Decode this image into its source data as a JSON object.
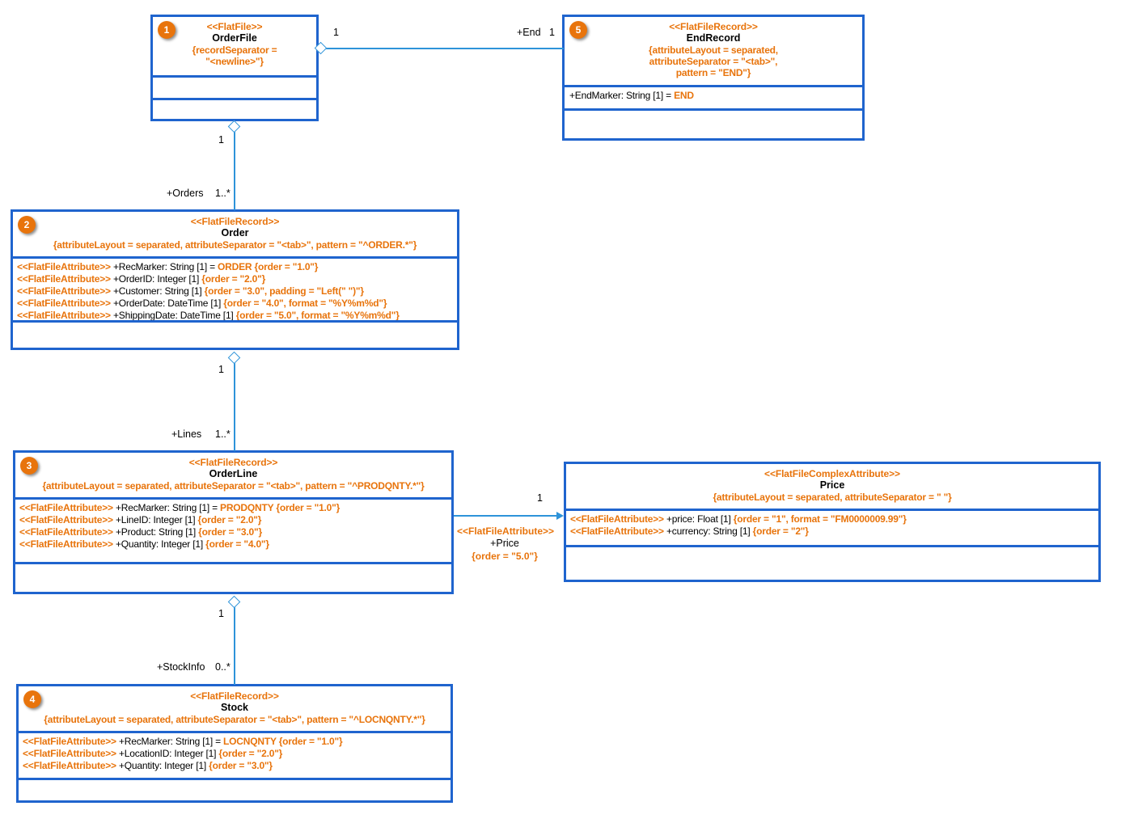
{
  "diagram": {
    "title": "Flat File Schema UML Class Diagram",
    "colors": {
      "class_border": "#1F64CE",
      "connector": "#2E93D9",
      "stereotype_text": "#E8740C",
      "badge_fill": "#E8740C",
      "class_name_text": "#000000",
      "background": "#FFFFFF"
    }
  },
  "classes": {
    "order_file": {
      "badge": "1",
      "stereotype": "<<FlatFile>>",
      "name": "OrderFile",
      "properties_line1": "{recordSeparator =",
      "properties_line2": "\"<newline>\"}",
      "attributes": [],
      "operations": []
    },
    "end_record": {
      "badge": "5",
      "stereotype": "<<FlatFileRecord>>",
      "name": "EndRecord",
      "properties_line1": "{attributeLayout = separated,",
      "properties_line2": "attributeSeparator = \"<tab>\",",
      "properties_line3": "pattern = \"END\"}",
      "attributes": [
        {
          "stereotype": "",
          "signature": "+EndMarker: String [1] = ",
          "value": "END",
          "options": ""
        }
      ],
      "operations": []
    },
    "order": {
      "badge": "2",
      "stereotype": "<<FlatFileRecord>>",
      "name": "Order",
      "properties_line1": "{attributeLayout = separated, attributeSeparator = \"<tab>\", pattern = \"^ORDER.*\"}",
      "attributes": [
        {
          "stereotype": "<<FlatFileAttribute>>",
          "signature": " +RecMarker: String [1] = ",
          "value": "ORDER ",
          "options": "{order = \"1.0\"}"
        },
        {
          "stereotype": "<<FlatFileAttribute>>",
          "signature": " +OrderID: Integer [1] ",
          "value": "",
          "options": "{order = \"2.0\"}"
        },
        {
          "stereotype": "<<FlatFileAttribute>>",
          "signature": " +Customer: String [1] ",
          "value": "",
          "options": "{order = \"3.0\", padding = \"Left(\" \")\"}"
        },
        {
          "stereotype": "<<FlatFileAttribute>>",
          "signature": " +OrderDate: DateTime [1] ",
          "value": "",
          "options": "{order = \"4.0\", format = \"%Y%m%d\"}"
        },
        {
          "stereotype": "<<FlatFileAttribute>>",
          "signature": " +ShippingDate: DateTime [1] ",
          "value": "",
          "options": "{order = \"5.0\", format = \"%Y%m%d\"}"
        }
      ],
      "operations": []
    },
    "order_line": {
      "badge": "3",
      "stereotype": "<<FlatFileRecord>>",
      "name": "OrderLine",
      "properties_line1": "{attributeLayout = separated, attributeSeparator = \"<tab>\", pattern = \"^PRODQNTY.*\"}",
      "attributes": [
        {
          "stereotype": "<<FlatFileAttribute>>",
          "signature": " +RecMarker: String [1] = ",
          "value": "PRODQNTY ",
          "options": "{order = \"1.0\"}"
        },
        {
          "stereotype": "<<FlatFileAttribute>>",
          "signature": " +LineID: Integer [1] ",
          "value": "",
          "options": "{order = \"2.0\"}"
        },
        {
          "stereotype": "<<FlatFileAttribute>>",
          "signature": " +Product: String [1] ",
          "value": "",
          "options": "{order = \"3.0\"}"
        },
        {
          "stereotype": " <<FlatFileAttribute>>",
          "signature": " +Quantity: Integer [1] ",
          "value": "",
          "options": "{order = \"4.0\"}"
        }
      ],
      "operations": []
    },
    "stock": {
      "badge": "4",
      "stereotype": "<<FlatFileRecord>>",
      "name": "Stock",
      "properties_line1": "{attributeLayout = separated, attributeSeparator = \"<tab>\", pattern = \"^LOCNQNTY.*\"}",
      "attributes": [
        {
          "stereotype": "<<FlatFileAttribute>>",
          "signature": " +RecMarker: String [1] = ",
          "value": "LOCNQNTY ",
          "options": "{order = \"1.0\"}"
        },
        {
          "stereotype": "<<FlatFileAttribute>>",
          "signature": " +LocationID: Integer [1] ",
          "value": "",
          "options": "{order = \"2.0\"}"
        },
        {
          "stereotype": "<<FlatFileAttribute>>",
          "signature": " +Quantity: Integer [1] ",
          "value": "",
          "options": "{order = \"3.0\"}"
        }
      ],
      "operations": []
    },
    "price": {
      "badge": "",
      "stereotype": "<<FlatFileComplexAttribute>>",
      "name": "Price",
      "properties_line1": "{attributeLayout = separated, attributeSeparator = \" \"}",
      "attributes": [
        {
          "stereotype": "<<FlatFileAttribute>>",
          "signature": " +price: Float [1] ",
          "value": "",
          "options": "{order = \"1\", format = \"FM0000009.99\"}"
        },
        {
          "stereotype": "<<FlatFileAttribute>>",
          "signature": " +currency: String [1] ",
          "value": "",
          "options": "{order = \"2\"}"
        }
      ],
      "operations": []
    }
  },
  "associations": {
    "orderfile_endrecord": {
      "source_multiplicity": "1",
      "target_role": "+End",
      "target_multiplicity": "1"
    },
    "orderfile_order": {
      "source_multiplicity": "1",
      "target_role": "+Orders",
      "target_multiplicity": "1..*"
    },
    "order_orderline": {
      "source_multiplicity": "1",
      "target_role": "+Lines",
      "target_multiplicity": "1..*"
    },
    "orderline_stock": {
      "source_multiplicity": "1",
      "target_role": "+StockInfo",
      "target_multiplicity": "0..*"
    },
    "orderline_price": {
      "target_multiplicity": "1",
      "stereotype": "<<FlatFileAttribute>>",
      "role": "+Price",
      "options": "{order = \"5.0\"}"
    }
  }
}
